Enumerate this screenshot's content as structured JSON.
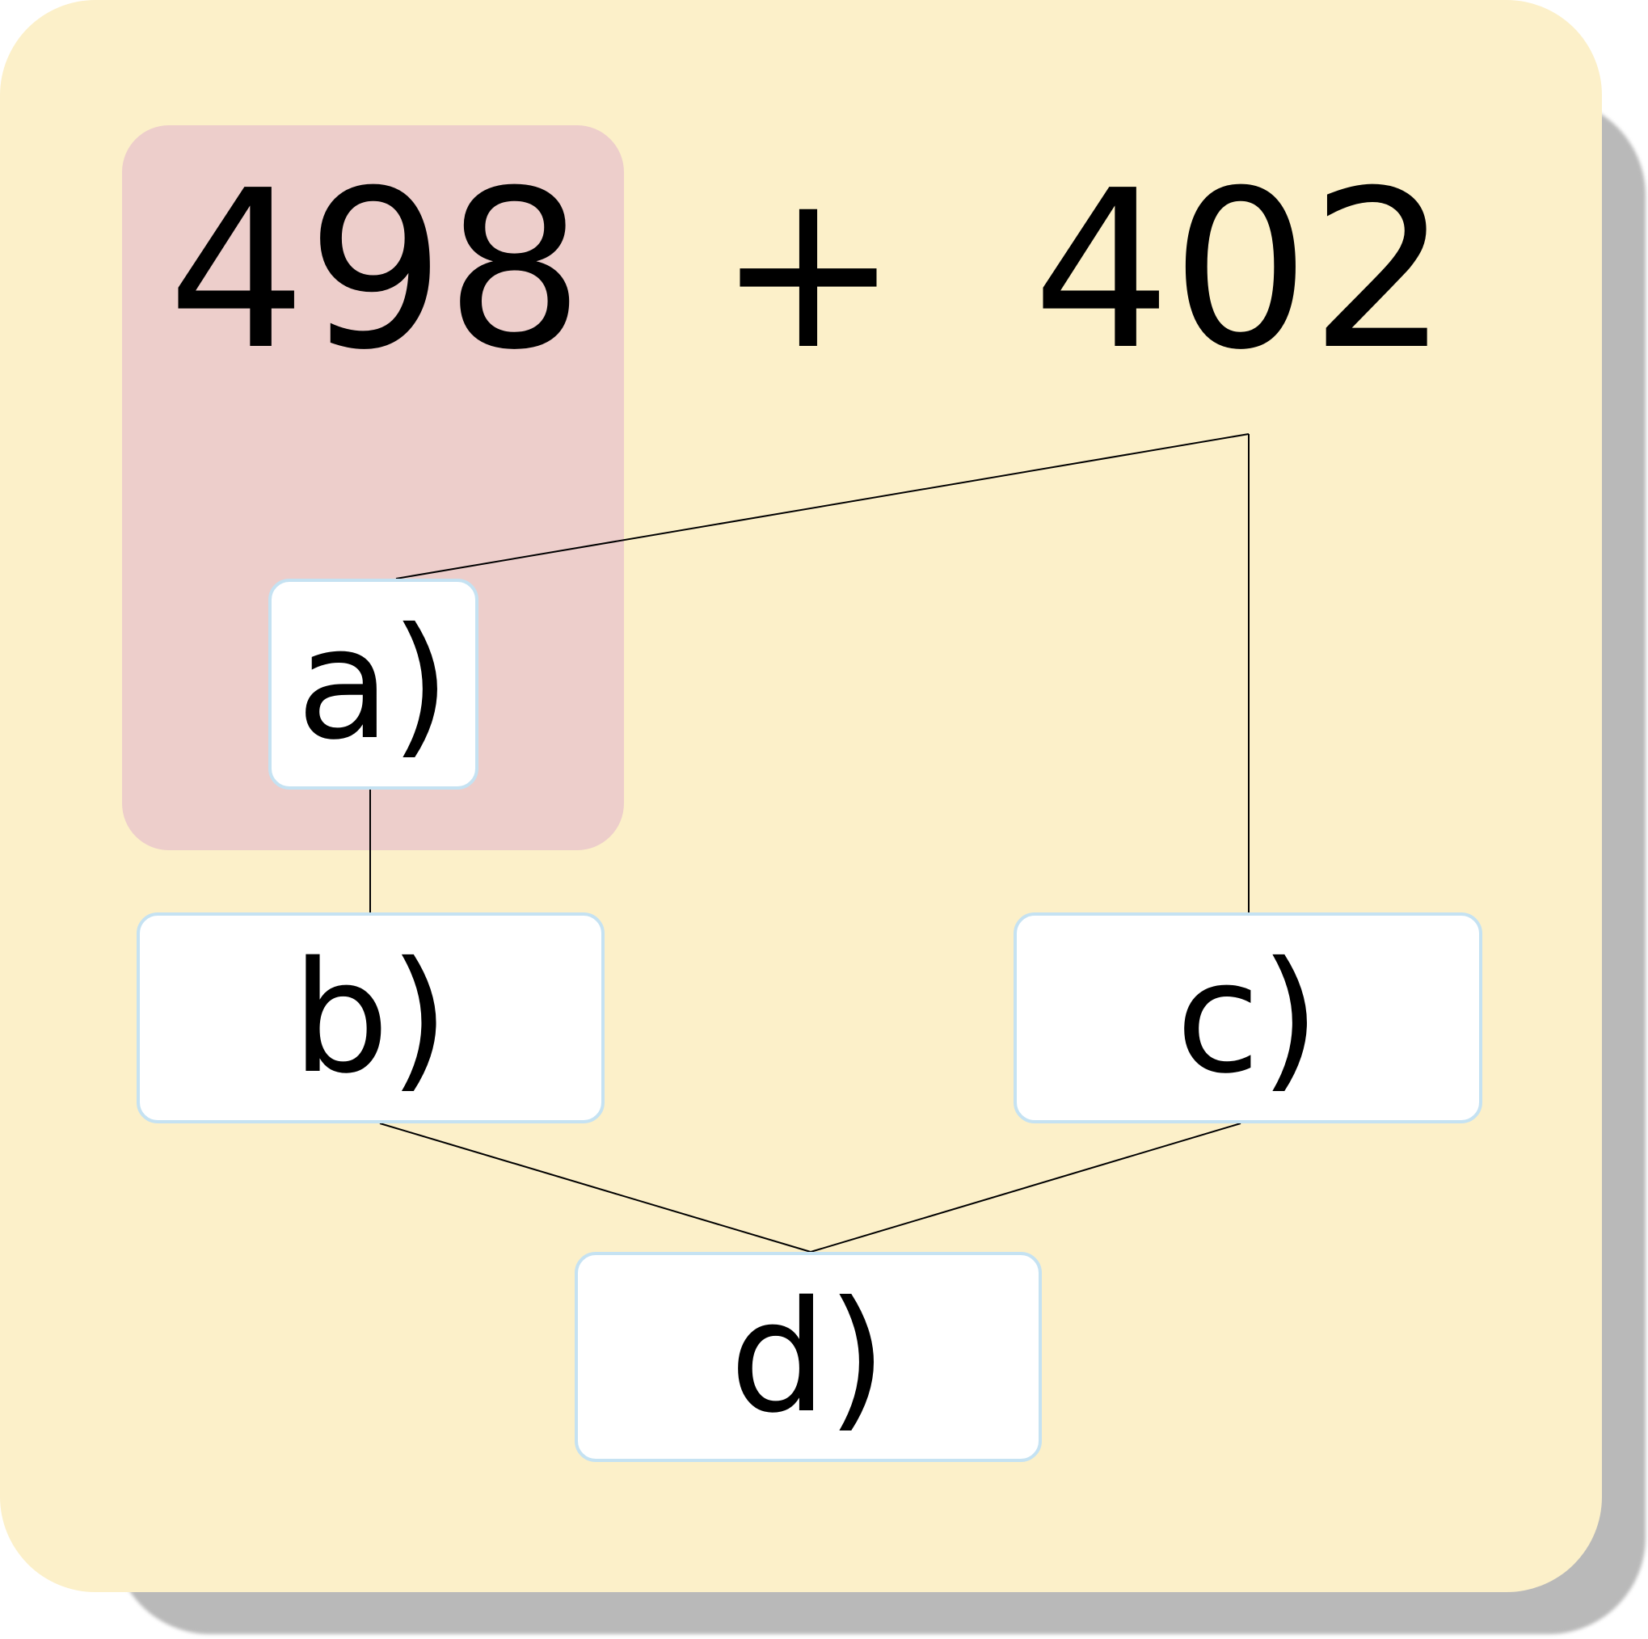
{
  "problem": {
    "left_operand": "498",
    "operator": "+",
    "right_operand": "402"
  },
  "steps": {
    "a": "a)",
    "b": "b)",
    "c": "c)",
    "d": "d)"
  },
  "colors": {
    "card": "#fcf0c9",
    "highlight": "#edcecb",
    "box_border": "#c5e2f2",
    "shadow": "#b9b9b9"
  }
}
